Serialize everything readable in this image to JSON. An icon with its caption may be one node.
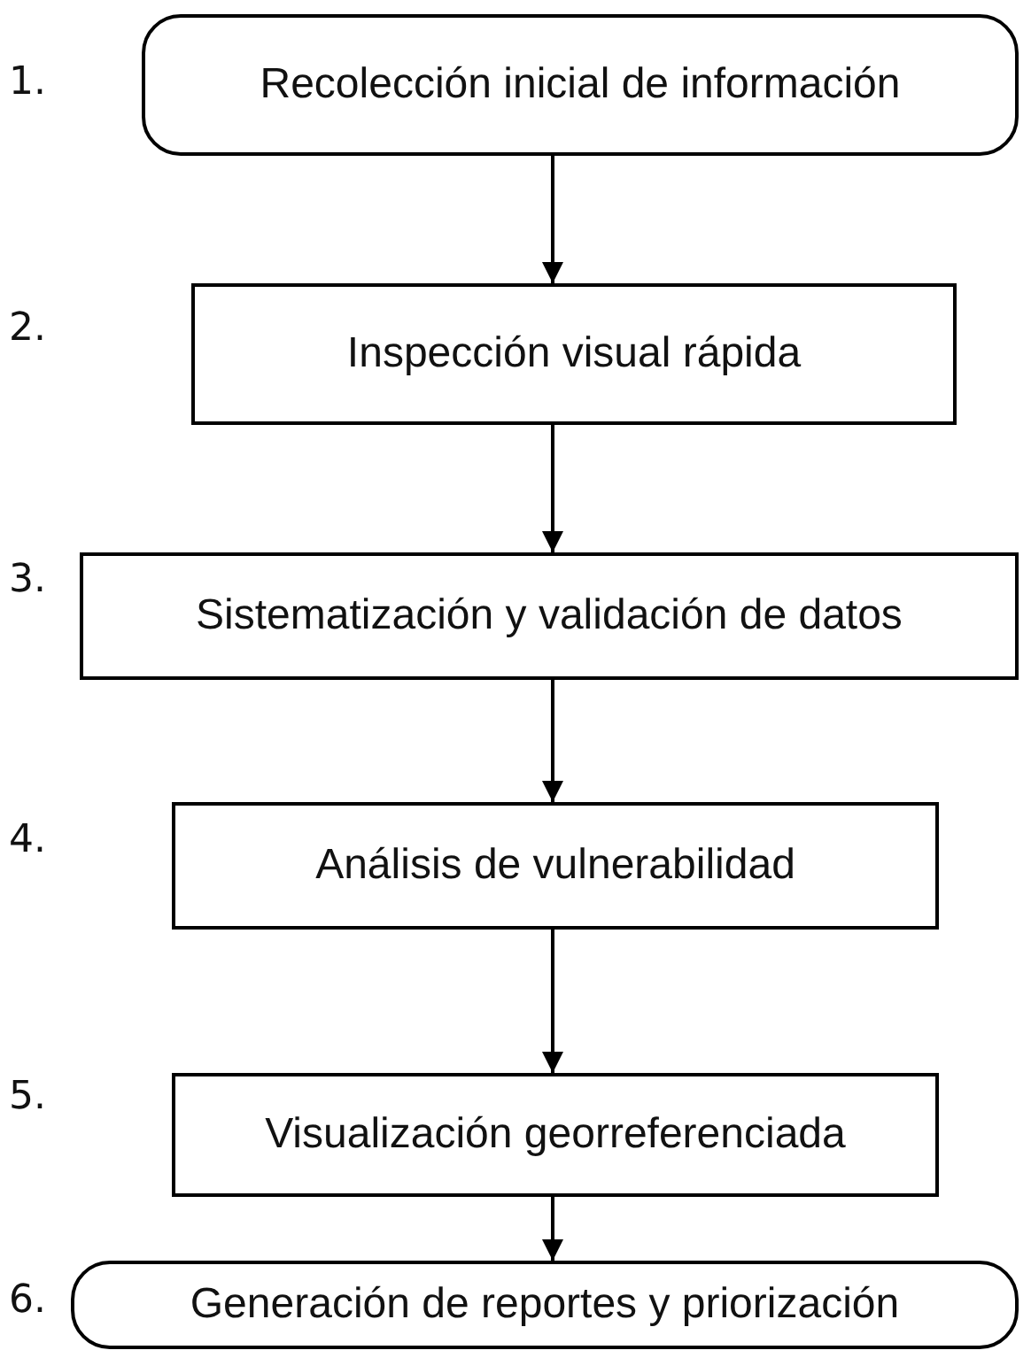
{
  "diagram": {
    "nodes": [
      {
        "text": [
          "Recolección inicial de información"
        ]
      },
      {
        "text": [
          "Inspección visual rápida"
        ]
      },
      {
        "text": [
          "Sistematización y validación de datos"
        ]
      },
      {
        "text": [
          "Análisis de vulnerabilidad"
        ]
      },
      {
        "text": [
          "Visualización georreferenciada"
        ]
      },
      {
        "text": [
          "Generación de reportes y priorización"
        ]
      }
    ],
    "edges": [
      {
        "from": 0,
        "to": 1,
        "arrow": "to"
      },
      {
        "from": 1,
        "to": 2,
        "arrow": "to"
      },
      {
        "from": 2,
        "to": 3,
        "arrow": "to"
      },
      {
        "from": 3,
        "to": 4,
        "arrow": "to"
      },
      {
        "from": 4,
        "to": 5,
        "arrow": "to"
      }
    ],
    "labels": [
      "1.",
      "2.",
      "3.",
      "4.",
      "5.",
      "6."
    ]
  }
}
